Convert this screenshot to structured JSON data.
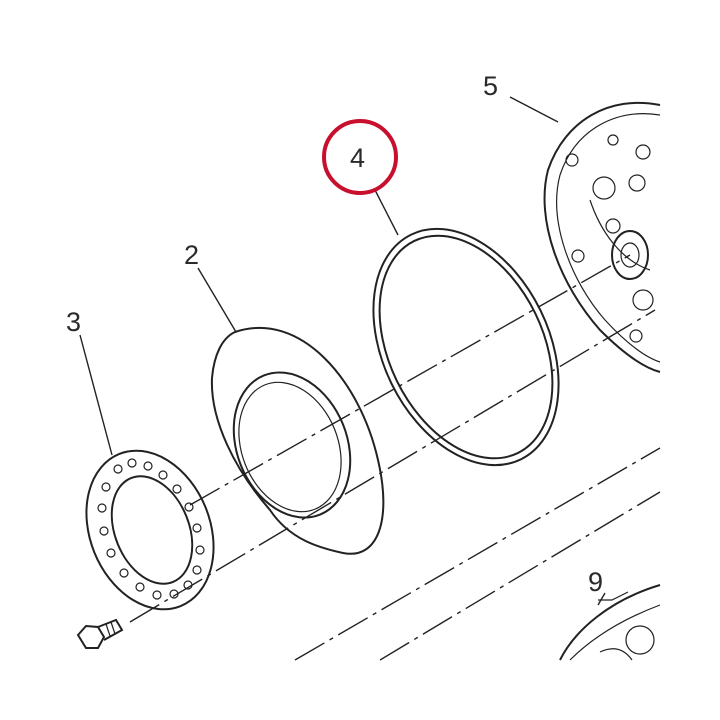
{
  "callouts": {
    "part_2": "2",
    "part_3": "3",
    "part_4": "4",
    "part_5": "5",
    "part_9": "9"
  },
  "highlight": {
    "target_part": "4",
    "color": "#c8102e"
  }
}
